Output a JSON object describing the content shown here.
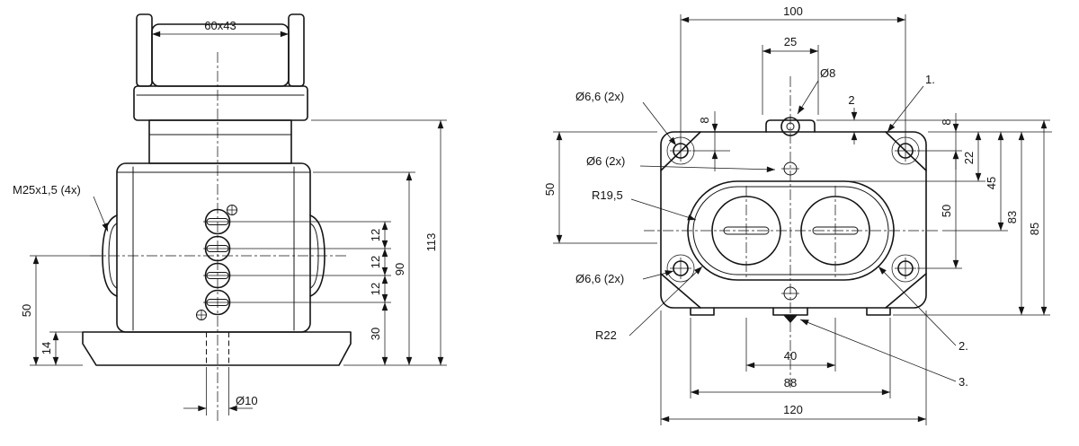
{
  "drawing": {
    "front_view": {
      "dims": {
        "hood_size": "60x43",
        "total_height": "113",
        "body_height": "90",
        "bottom_offset": "30",
        "pitch_1": "12",
        "pitch_2": "12",
        "pitch_3": "12",
        "entry_height": "50",
        "base_height": "14",
        "base_hole": "Ø10",
        "gland_thread": "M25x1,5 (4x)"
      }
    },
    "top_view": {
      "dims": {
        "mount_hole_spacing_h": "100",
        "boss_width": "25",
        "boss_hole": "Ø8",
        "boss_offset": "2",
        "hole_edge_offset_left": "8",
        "mount_holes_top": "Ø6,6 (2x)",
        "cover_screw_holes": "Ø6 (2x)",
        "inner_radius": "R19,5",
        "mount_holes_bottom": "Ø6,6 (2x)",
        "outer_radius": "R22",
        "left_height": "50",
        "hole_edge_offset_right": "8",
        "edge_to_recess": "22",
        "edge_to_center": "45",
        "mount_hole_spacing_v": "50",
        "body_depth": "83",
        "total_depth": "85",
        "gland_spacing": "40",
        "foot_spacing": "88",
        "total_width": "120"
      },
      "callouts": {
        "c1": "1.",
        "c2": "2.",
        "c3": "3."
      }
    }
  }
}
